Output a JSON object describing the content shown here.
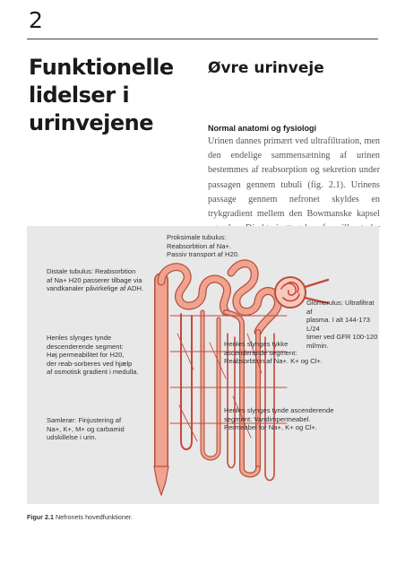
{
  "chapter": {
    "number": "2",
    "title": "Funktionelle lidelser i urinvejene"
  },
  "section": {
    "title": "Øvre urinveje",
    "subheading": "Normal anatomi og fysiologi",
    "body": "Urinen dannes primært ved ultrafiltration, men den endelige sammensætning af urinen bestemmes af reabsorption og sekretion under passagen gennem tubuli (fig. 2.1). Urinens passage gennem nefronet skyldes en trykgradient mellem den Bowmanske kapsel og calyx. Direkte iagttagelse af papillen tyder på, at"
  },
  "figure": {
    "labels": {
      "proximal": "Proksimale tubulus:\nReabsorbtion af Na+.\nPassiv transport af H20.",
      "distal": "Distale tubulus: Reabsorbtion\naf Na+ H20 passerer tilbage via\nvandkanaler påvirkelige af ADH.",
      "glomerulus": "Glomerulus: Ultrafiltrat af\nplasma. I alt 144-173 L/24\ntimer ved GFR 100-120 ml/min.",
      "thin_descending": "Henles slynges tynde\ndescenderende segment:\nHøj permeabilitet for H20,\nder reab-sorberes ved hjælp\naf osmotisk gradient i medulla.",
      "thick_ascending": "Henles slynges tykke\nascenderende segment:\nReabsorbtion af Na+. K+ og Cl+.",
      "collecting": "Samlerør: Finjustering af\nNa+, K+, M+ og carbamid\nudskillelse i urin.",
      "thin_ascending": "Henles slynges tynde ascenderende\nsegment: Vandimpermeabel.\nPermeabel for Na+, K+ og Cl+."
    },
    "caption_number": "Figur 2.1",
    "caption_text": "Nefronets hovedfunktioner."
  },
  "colors": {
    "tubule_fill": "#f0a38f",
    "tubule_stroke": "#b5503e",
    "vessel": "#c8473a",
    "figure_bg": "#e8e8e8"
  }
}
